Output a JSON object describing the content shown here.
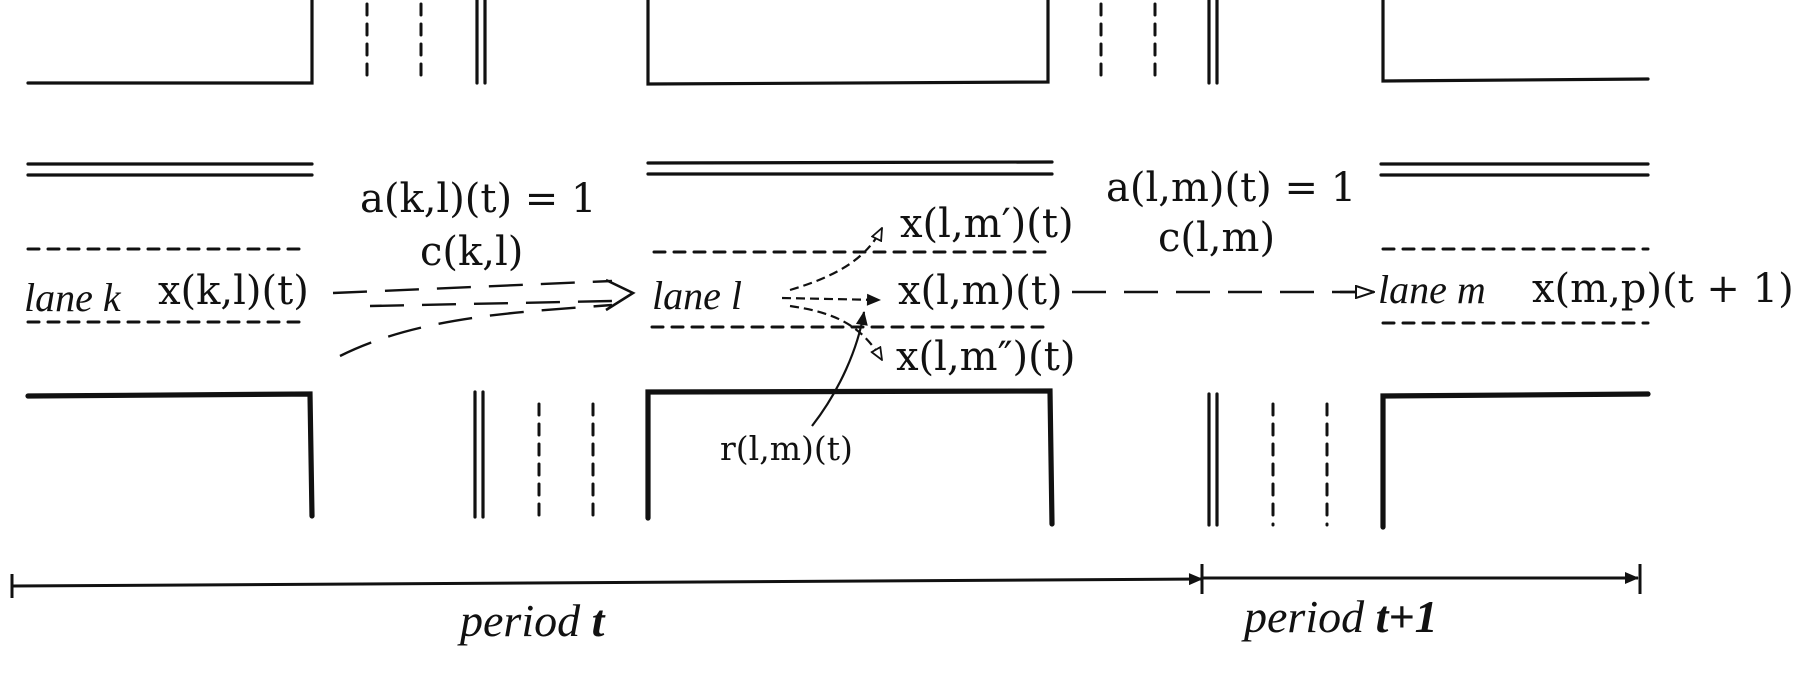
{
  "lanes": {
    "k": {
      "label": "lane k",
      "flow": "x(k,l)(t)"
    },
    "l": {
      "label": "lane l"
    },
    "m": {
      "label": "lane m",
      "flow": "x(m,p)(t + 1)"
    }
  },
  "transitions": {
    "kl": {
      "activation": "a(k,l)(t) = 1",
      "capacity": "c(k,l)"
    },
    "lm": {
      "activation": "a(l,m)(t) = 1",
      "capacity": "c(l,m)"
    }
  },
  "flows": {
    "lm_prime": "x(l,m′)(t)",
    "lm": "x(l,m)(t)",
    "lm_double_prime": "x(l,m″)(t)",
    "release": "r(l,m)(t)"
  },
  "timeline": {
    "period_t": {
      "prefix": "period ",
      "suffix": "t"
    },
    "period_t1": {
      "prefix": "period ",
      "suffix": "t+1"
    }
  }
}
